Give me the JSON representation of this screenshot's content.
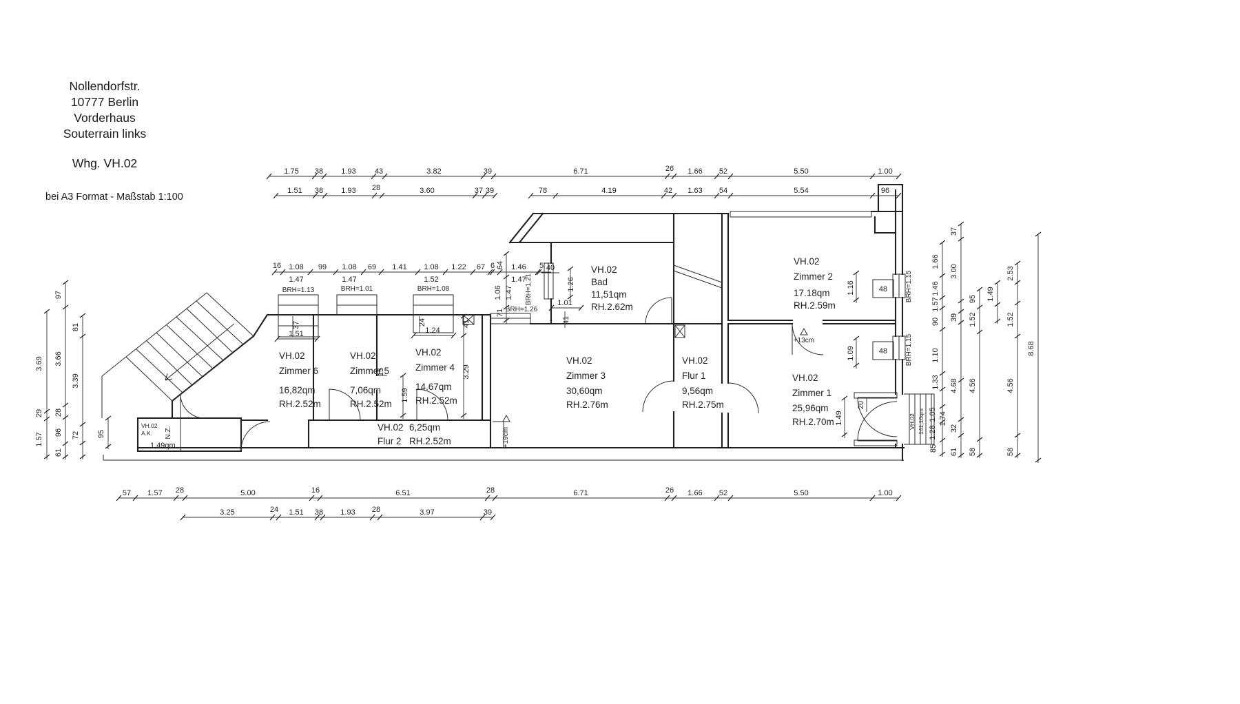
{
  "title_block": {
    "line1": "Nollendorfstr.",
    "line2": "10777 Berlin",
    "line3": "Vorderhaus",
    "line4": "Souterrain links",
    "apartment": "Whg. VH.02",
    "scale_note": "bei A3 Format - Maßstab 1:100"
  },
  "rooms": {
    "z6": {
      "unit": "VH.02",
      "name": "Zimmer 6",
      "area": "16,82qm",
      "rh": "RH.2.52m"
    },
    "z5": {
      "unit": "VH.02",
      "name": "Zimmer 5",
      "area": "7,06qm",
      "rh": "RH.2.52m"
    },
    "z4": {
      "unit": "VH.02",
      "name": "Zimmer 4",
      "area": "14,67qm",
      "rh": "RH.2.52m"
    },
    "z3": {
      "unit": "VH.02",
      "name": "Zimmer 3",
      "area": "30,60qm",
      "rh": "RH.2.76m"
    },
    "bad": {
      "unit": "VH.02",
      "name": "Bad",
      "area": "11,51qm",
      "rh": "RH.2.62m"
    },
    "flur1": {
      "unit": "VH.02",
      "name": "Flur 1",
      "area": "9,56qm",
      "rh": "RH.2.75m"
    },
    "z2": {
      "unit": "VH.02",
      "name": "Zimmer 2",
      "area": "17.18qm",
      "rh": "RH.2.59m"
    },
    "z1": {
      "unit": "VH.02",
      "name": "Zimmer 1",
      "area": "25,96qm",
      "rh": "RH.2.70m"
    },
    "flur2": {
      "unit": "VH.02",
      "name": "Flur 2",
      "area": "6,25qm",
      "rh": "RH.2.52m"
    },
    "ak": {
      "unit": "VH.02",
      "name": "A.K.",
      "area": "1,49qm",
      "nz": "N.Z."
    },
    "total": {
      "unit": "VH.02",
      "area": "141,10qm"
    }
  },
  "dims": {
    "top1": [
      "1.75",
      "38",
      "1.93",
      "43",
      "3.82",
      "39",
      "6.71",
      "26",
      "1.66",
      "52",
      "5.50",
      "1.00"
    ],
    "top2": [
      "1.51",
      "38",
      "1.93",
      "28",
      "3.60",
      "37",
      "39",
      "78",
      "4.19",
      "42",
      "1.63",
      "54",
      "5.54",
      "96"
    ],
    "mid": [
      "16",
      "1.08",
      "99",
      "1.08",
      "69",
      "1.41",
      "1.08",
      "1.22",
      "67",
      "6",
      "1.46",
      "5"
    ],
    "mid_sub": [
      "1.47",
      "1.47",
      "1.52",
      "1.47"
    ],
    "bottom1": [
      "57",
      "1.57",
      "28",
      "5.00",
      "16",
      "6.51",
      "28",
      "6.71",
      "26",
      "1.66",
      "52",
      "5.50",
      "1.00"
    ],
    "bottom2": [
      "3.25",
      "24",
      "1.51",
      "38",
      "1.93",
      "28",
      "3.97",
      "39"
    ],
    "left": [
      "97",
      "81",
      "3.69",
      "3.66",
      "3.39",
      "29",
      "28",
      "96",
      "72",
      "1.57",
      "61",
      "95"
    ],
    "right": [
      "37",
      "1.66",
      "3.00",
      "1.46",
      "2.53",
      "95",
      "1.49",
      "1.57",
      "39",
      "1.52",
      "1.52",
      "90",
      "1.10",
      "4.68",
      "4.56",
      "4.56",
      "1.33",
      "1.05",
      "1.74",
      "32",
      "1.28",
      "85",
      "61",
      "58",
      "58",
      "8.68"
    ],
    "interior": [
      "37",
      "1.51",
      "24",
      "1.24",
      "41",
      "3.29",
      "15",
      "1.59",
      "64",
      "1.06",
      "1.47",
      "71",
      "40",
      "1.26",
      "1.01",
      "41",
      "1.16",
      "48",
      "1.09",
      "48",
      "1.49",
      "20"
    ],
    "brh": [
      "BRH=1.13",
      "BRH=1.01",
      "BRH=1.08",
      "BRH=1.26",
      "BRH=1.21",
      "BRH=1.15",
      "BRH=1.15"
    ],
    "markers": {
      "step13": "+13cm",
      "step19": "+19cm"
    }
  }
}
